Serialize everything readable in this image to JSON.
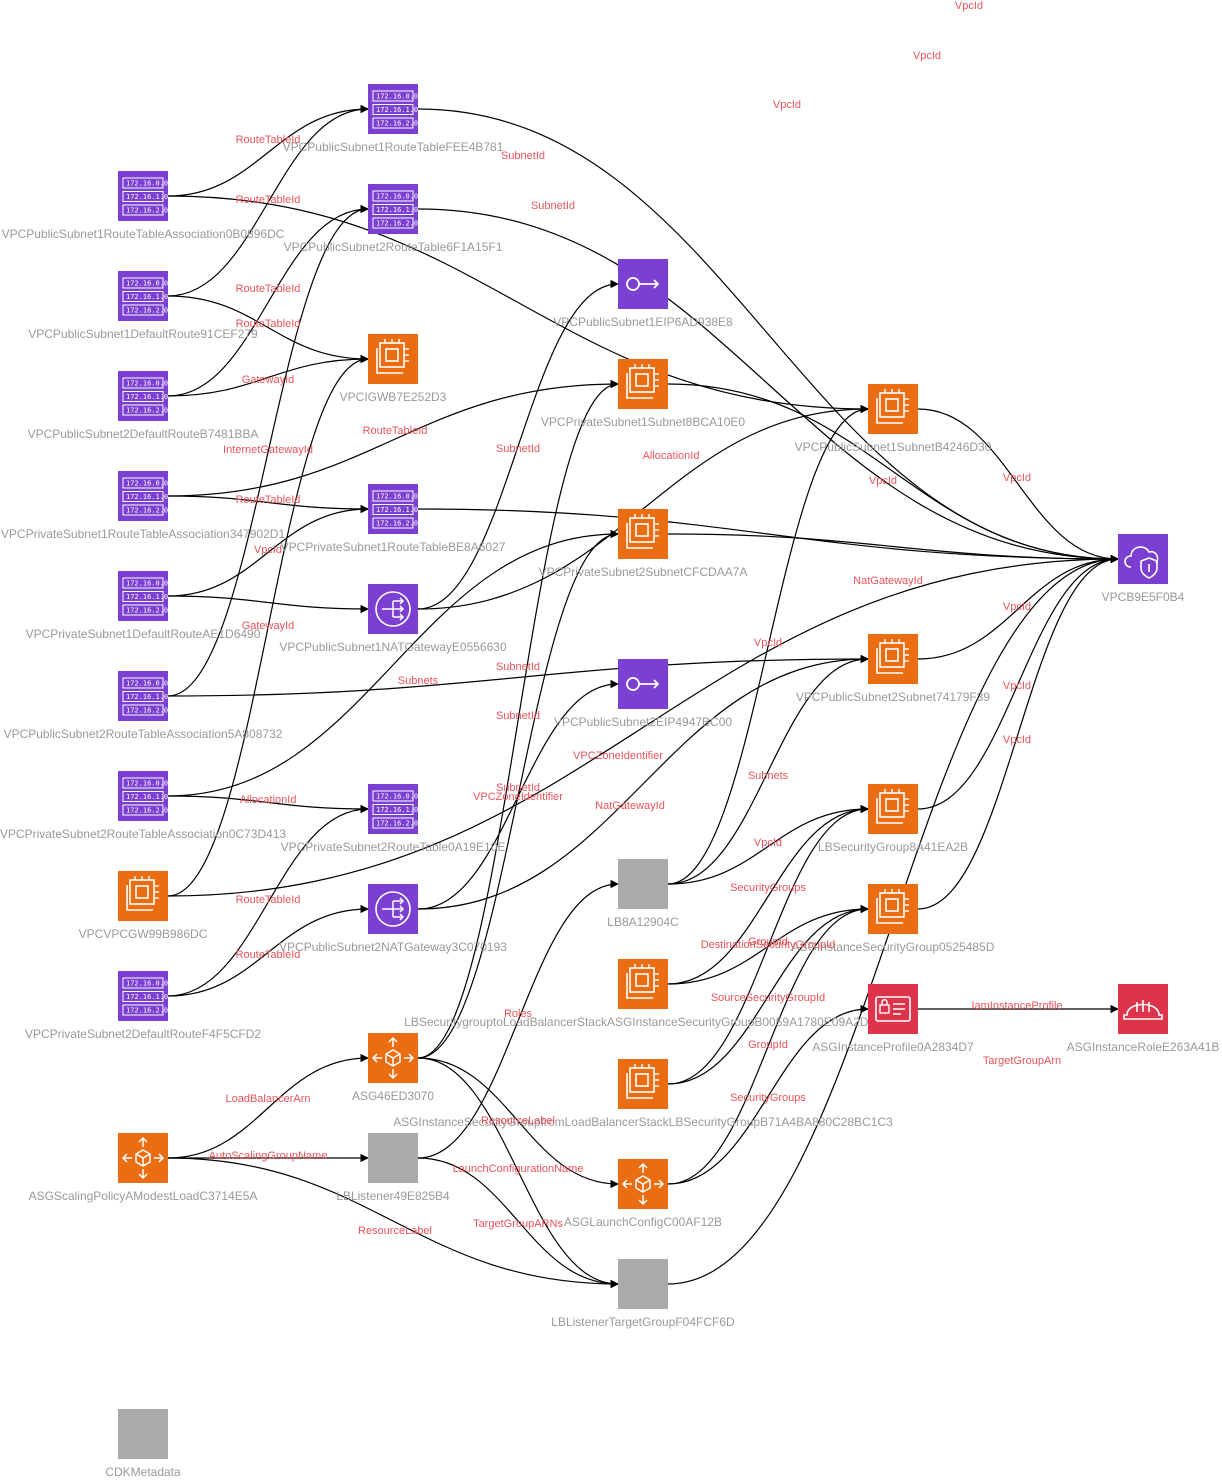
{
  "colors": {
    "vpc_purple": "#7b3fd1",
    "compute_orange": "#ea6d12",
    "security_red": "#dd344c",
    "generic_gray": "#aaaaaa",
    "edge_label": "#e8545a",
    "node_label": "#999999"
  },
  "route_table_icon_rows": [
    "172.16.0.0",
    "172.16.1.0",
    "172.16.2.0"
  ],
  "nodes": [
    {
      "id": "rta1",
      "label": "VPCPublicSubnet1RouteTableAssociation0B0896DC",
      "icon": "route-table-icon"
    },
    {
      "id": "dr1",
      "label": "VPCPublicSubnet1DefaultRoute91CEF279",
      "icon": "route-table-icon"
    },
    {
      "id": "dr2",
      "label": "VPCPublicSubnet2DefaultRouteB7481BBA",
      "icon": "route-table-icon"
    },
    {
      "id": "prta1",
      "label": "VPCPrivateSubnet1RouteTableAssociation347902D1",
      "icon": "route-table-icon"
    },
    {
      "id": "pdr1",
      "label": "VPCPrivateSubnet1DefaultRouteAE1D6490",
      "icon": "route-table-icon"
    },
    {
      "id": "rta2",
      "label": "VPCPublicSubnet2RouteTableAssociation5A808732",
      "icon": "route-table-icon"
    },
    {
      "id": "prta2",
      "label": "VPCPrivateSubnet2RouteTableAssociation0C73D413",
      "icon": "route-table-icon"
    },
    {
      "id": "vgw",
      "label": "VPCVPCGW99B986DC",
      "icon": "compute-icon"
    },
    {
      "id": "pdr2",
      "label": "VPCPrivateSubnet2DefaultRouteF4F5CFD2",
      "icon": "route-table-icon"
    },
    {
      "id": "policy",
      "label": "ASGScalingPolicyAModestLoadC3714E5A",
      "icon": "auto-scaling-icon"
    },
    {
      "id": "cdk",
      "label": "CDKMetadata",
      "icon": "generic-icon"
    },
    {
      "id": "rt1",
      "label": "VPCPublicSubnet1RouteTableFEE4B781",
      "icon": "route-table-icon"
    },
    {
      "id": "rt2",
      "label": "VPCPublicSubnet2RouteTable6F1A15F1",
      "icon": "route-table-icon"
    },
    {
      "id": "igw",
      "label": "VPCIGWB7E252D3",
      "icon": "compute-icon"
    },
    {
      "id": "prt1",
      "label": "VPCPrivateSubnet1RouteTableBE8A6027",
      "icon": "route-table-icon"
    },
    {
      "id": "nat1",
      "label": "VPCPublicSubnet1NATGatewayE0556630",
      "icon": "nat-gateway-icon"
    },
    {
      "id": "prt2",
      "label": "VPCPrivateSubnet2RouteTable0A19E10E",
      "icon": "route-table-icon"
    },
    {
      "id": "nat2",
      "label": "VPCPublicSubnet2NATGateway3C070193",
      "icon": "nat-gateway-icon"
    },
    {
      "id": "asg",
      "label": "ASG46ED3070",
      "icon": "auto-scaling-icon"
    },
    {
      "id": "lis",
      "label": "LBListener49E825B4",
      "icon": "generic-icon"
    },
    {
      "id": "eip1",
      "label": "VPCPublicSubnet1EIP6AD938E8",
      "icon": "elastic-ip-icon"
    },
    {
      "id": "ps1",
      "label": "VPCPrivateSubnet1Subnet8BCA10E0",
      "icon": "compute-icon"
    },
    {
      "id": "ps2",
      "label": "VPCPrivateSubnet2SubnetCFCDAA7A",
      "icon": "compute-icon"
    },
    {
      "id": "eip2",
      "label": "VPCPublicSubnet2EIP4947BC00",
      "icon": "elastic-ip-icon"
    },
    {
      "id": "lb",
      "label": "LB8A12904C",
      "icon": "generic-icon"
    },
    {
      "id": "sgin1",
      "label": "LBSecuritygrouptoLoadBalancerStackASGInstanceSecurityGroupB0059A1780E09A2D30",
      "icon": "compute-icon"
    },
    {
      "id": "sgin2",
      "label": "ASGInstanceSecurityGroupfromLoadBalancerStackLBSecurityGroupB71A4BA880C28BC1C3",
      "icon": "compute-icon"
    },
    {
      "id": "lc",
      "label": "ASGLaunchConfigC00AF12B",
      "icon": "auto-scaling-icon"
    },
    {
      "id": "tg",
      "label": "LBListenerTargetGroupF04FCF6D",
      "icon": "generic-icon"
    },
    {
      "id": "pub1",
      "label": "VPCPublicSubnet1SubnetB4246D30",
      "icon": "compute-icon"
    },
    {
      "id": "pub2",
      "label": "VPCPublicSubnet2Subnet74179F39",
      "icon": "compute-icon"
    },
    {
      "id": "lbsg",
      "label": "LBSecurityGroup8A41EA2B",
      "icon": "compute-icon"
    },
    {
      "id": "asgsg",
      "label": "ASGInstanceSecurityGroup0525485D",
      "icon": "compute-icon"
    },
    {
      "id": "prof",
      "label": "ASGInstanceProfile0A2834D7",
      "icon": "iam-profile-icon"
    },
    {
      "id": "vpc",
      "label": "VPCB9E5F0B4",
      "icon": "vpc-icon"
    },
    {
      "id": "role",
      "label": "ASGInstanceRoleE263A41B",
      "icon": "iam-role-icon"
    }
  ],
  "edges": [
    {
      "from": "rt1",
      "to": "vpc",
      "label": "VpcId"
    },
    {
      "from": "rt2",
      "to": "vpc",
      "label": "VpcId"
    },
    {
      "from": "prt1",
      "to": "vpc",
      "label": "VpcId"
    },
    {
      "from": "rta1",
      "to": "rt1",
      "label": "RouteTableId"
    },
    {
      "from": "dr1",
      "to": "rt1",
      "label": "RouteTableId"
    },
    {
      "from": "rta1",
      "to": "pub1",
      "label": "SubnetId"
    },
    {
      "from": "nat1",
      "to": "pub1",
      "label": "SubnetId"
    },
    {
      "from": "dr2",
      "to": "rt2",
      "label": "RouteTableId"
    },
    {
      "from": "rta2",
      "to": "rt2",
      "label": "RouteTableId"
    },
    {
      "from": "dr1",
      "to": "igw",
      "label": "GatewayId"
    },
    {
      "from": "dr2",
      "to": "igw",
      "label": "GatewayId"
    },
    {
      "from": "vgw",
      "to": "igw",
      "label": "InternetGatewayId"
    },
    {
      "from": "prta1",
      "to": "prt1",
      "label": "RouteTableId"
    },
    {
      "from": "pdr1",
      "to": "prt1",
      "label": "RouteTableId"
    },
    {
      "from": "prta1",
      "to": "ps1",
      "label": "SubnetId"
    },
    {
      "from": "nat1",
      "to": "eip1",
      "label": "AllocationId"
    },
    {
      "from": "ps1",
      "to": "vpc",
      "label": "VpcId"
    },
    {
      "from": "pub1",
      "to": "vpc",
      "label": "VpcId"
    },
    {
      "from": "vgw",
      "to": "vpc",
      "label": "VpcId"
    },
    {
      "from": "pdr1",
      "to": "nat1",
      "label": "NatGatewayId"
    },
    {
      "from": "ps2",
      "to": "vpc",
      "label": "VpcId"
    },
    {
      "from": "pub2",
      "to": "vpc",
      "label": "VpcId"
    },
    {
      "from": "lbsg",
      "to": "vpc",
      "label": "VpcId"
    },
    {
      "from": "asgsg",
      "to": "vpc",
      "label": "VpcId"
    },
    {
      "from": "lb",
      "to": "pub1",
      "label": "Subnets"
    },
    {
      "from": "lb",
      "to": "pub2",
      "label": "Subnets"
    },
    {
      "from": "rta2",
      "to": "pub2",
      "label": "SubnetId"
    },
    {
      "from": "prta2",
      "to": "ps2",
      "label": "SubnetId"
    },
    {
      "from": "asg",
      "to": "ps1",
      "label": "VPCZoneIdentifier"
    },
    {
      "from": "asg",
      "to": "ps2",
      "label": "VPCZoneIdentifier"
    },
    {
      "from": "nat2",
      "to": "pub2",
      "label": "SubnetId"
    },
    {
      "from": "nat2",
      "to": "eip2",
      "label": "AllocationId"
    },
    {
      "from": "prta2",
      "to": "prt2",
      "label": "RouteTableId"
    },
    {
      "from": "pdr2",
      "to": "prt2",
      "label": "RouteTableId"
    },
    {
      "from": "pdr2",
      "to": "nat2",
      "label": "NatGatewayId"
    },
    {
      "from": "tg",
      "to": "vpc",
      "label": "VpcId"
    },
    {
      "from": "lb",
      "to": "lbsg",
      "label": "SecurityGroups"
    },
    {
      "from": "sgin1",
      "to": "lbsg",
      "label": "GroupId"
    },
    {
      "from": "sgin1",
      "to": "asgsg",
      "label": "DestinationSecurityGroupId"
    },
    {
      "from": "sgin2",
      "to": "lbsg",
      "label": "SourceSecurityGroupId"
    },
    {
      "from": "sgin2",
      "to": "asgsg",
      "label": "GroupId"
    },
    {
      "from": "lc",
      "to": "asgsg",
      "label": "SecurityGroups"
    },
    {
      "from": "lc",
      "to": "prof",
      "label": "IamInstanceProfile"
    },
    {
      "from": "prof",
      "to": "role",
      "label": "Roles"
    },
    {
      "from": "lis",
      "to": "lb",
      "label": "LoadBalancerArn"
    },
    {
      "from": "policy",
      "to": "asg",
      "label": "AutoScalingGroupName"
    },
    {
      "from": "policy",
      "to": "lis",
      "label": "ResourceLabel"
    },
    {
      "from": "policy",
      "to": "tg",
      "label": "ResourceLabel"
    },
    {
      "from": "asg",
      "to": "lc",
      "label": "LaunchConfigurationName"
    },
    {
      "from": "asg",
      "to": "tg",
      "label": "TargetGroupARNs"
    },
    {
      "from": "lis",
      "to": "tg",
      "label": "TargetGroupArn"
    }
  ]
}
